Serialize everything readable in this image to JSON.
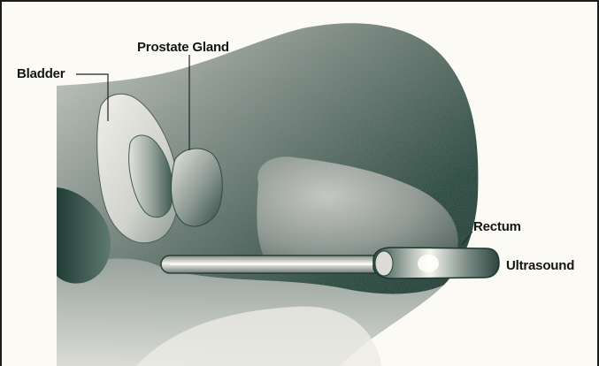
{
  "labels": {
    "prostate": "Prostate Gland",
    "bladder": "Bladder",
    "rectum": "Rectum",
    "ultrasound": "Ultrasound"
  },
  "colors": {
    "body_dark": "#2f4d44",
    "body_mid": "#6f7f79",
    "tissue_light": "#d9d8d2",
    "background": "#fcfaf5",
    "ink": "#151515"
  }
}
